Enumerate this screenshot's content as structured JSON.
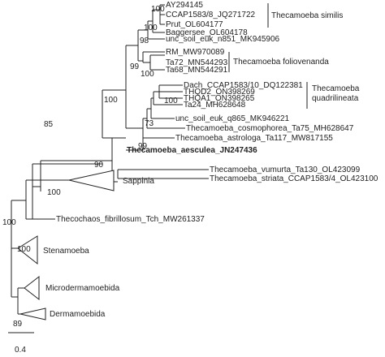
{
  "tree": {
    "taxa": {
      "ay294145": "AY294145",
      "ccap1583_8": "CCAP1583/8_JQ271722",
      "prut": "Prut_OL604177",
      "baggersee": "Baggersee_OL604178",
      "unc_n851": "unc_soil_euk_n851_MK945906",
      "rm": "RM_MW970089",
      "ta72": "Ta72_MN544293",
      "ta68": "Ta68_MN544291",
      "dach": "Dach_CCAP1583/10_DQ122381",
      "thqd2": "THQD2_ON398269",
      "thqa1": "THQA1_ON398265",
      "ta24": "Ta24_MH628648",
      "unc_q865": "unc_soil_euk_q865_MK946221",
      "cosmophorea": "Thecamoeba_cosmophorea_Ta75_MH628647",
      "astrologa": "Thecamoeba_astrologa_Ta117_MW817155",
      "aesculea": "Thecamoeba_aesculea_JN247436",
      "vumurta": "Thecamoeba_vumurta_Ta130_OL423099",
      "striata": "Thecamoeba_striata_CCAP1583/4_OL423100",
      "thecochaos": "Thecochaos_fibrillosum_Tch_MW261337"
    },
    "clades": {
      "similis": "Thecamoeba similis",
      "foliovenanda": "Thecamoeba foliovenanda",
      "quadrilineata_1": "Thecamoeba",
      "quadrilineata_2": "quadrilineata",
      "sappinia": "Sappinia",
      "stenamoeba": "Stenamoeba",
      "microdermamoebida": "Microdermamoebida",
      "dermamoebida": "Dermamoebida"
    },
    "support": {
      "n_similis_a": "100",
      "n_similis_b": "100",
      "n_similis_clade": "98",
      "n_folio_inner": "100",
      "n_folio_clade": "99",
      "n_thecamoeba_main": "100",
      "n_quad_inner": "100",
      "n_quad_clade": "73",
      "n_aesculea_group": "99",
      "n_85": "85",
      "n_90": "90",
      "n_sappinia": "100",
      "n_root": "100",
      "n_stenamoeba": "100",
      "n_89": "89"
    },
    "scale_label": "0.4"
  }
}
